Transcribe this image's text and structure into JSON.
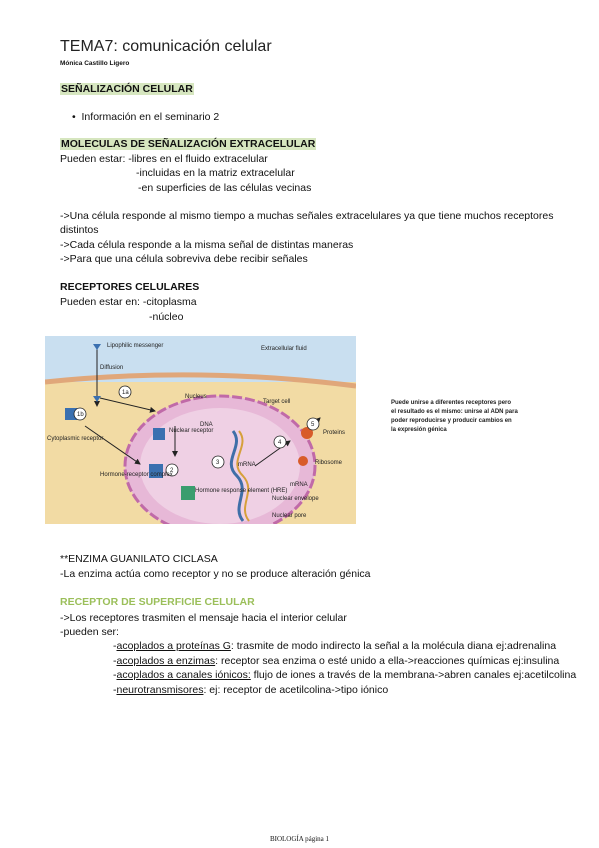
{
  "title": "TEMA7: comunicación celular",
  "author": "Mónica Castillo Ligero",
  "s1": {
    "heading": "SEÑALIZACIÓN CELULAR",
    "bullet": "Información en el seminario 2"
  },
  "s2": {
    "heading": "MOLECULAS DE SEÑALIZACIÓN EXTRACELULAR",
    "l1": "Pueden estar:  -libres en el fluido extracelular",
    "l2": "-incluidas en la matriz extracelular",
    "l3": "-en superficies de las células vecinas",
    "p1a": "->Una célula responde al mismo tiempo a muchas señales extracelulares ya que tiene muchos receptores",
    "p1b": "distintos",
    "p2": "->Cada célula responde a la misma señal de distintas maneras",
    "p3": "->Para que una célula sobreviva debe recibir señales"
  },
  "s3": {
    "heading": "RECEPTORES CELULARES",
    "l1": "Pueden estar en: -citoplasma",
    "l2": "-núcleo"
  },
  "figure": {
    "lipophilic": "Lipophilic messenger",
    "extracellular": "Extracellular fluid",
    "diffusion": "Diffusion",
    "nucleus": "Nucleus",
    "target": "Target cell",
    "dna": "DNA",
    "nuclear_receptor": "Nuclear receptor",
    "cytoplasmic": "Cytoplasmic receptor",
    "hormone_complex": "Hormone-receptor complex",
    "hre": "Hormone response element (HRE)",
    "mrna1": "mRNA",
    "mrna2": "mRNA",
    "proteins": "Proteins",
    "ribosome": "Ribosome",
    "envelope": "Nuclear envelope",
    "pore": "Nuclear pore",
    "n1a": "1a",
    "n1b": "1b",
    "n2": "2",
    "n3": "3",
    "n4": "4",
    "n5": "5"
  },
  "note": [
    "Puede unirse a diferentes receptores pero",
    "el resultado es el mismo: unirse al ADN para",
    "poder reproducirse  y producir cambios en",
    "la expresión génica"
  ],
  "s4": {
    "heading": "**ENZIMA GUANILATO CICLASA",
    "l1": "-La enzima actúa como receptor y no se produce alteración génica"
  },
  "s5": {
    "heading": "RECEPTOR DE SUPERFICIE CELULAR",
    "l1": "->Los receptores trasmiten el mensaje hacia el interior celular",
    "l2": "-pueden ser:",
    "i1u": "acoplados a proteínas G",
    "i1": ": trasmite de modo indirecto la señal a la molécula diana ej:adrenalina",
    "i2u": "acoplados a enzimas",
    "i2": ": receptor sea enzima o esté unido a ella->reacciones químicas ej:insulina",
    "i3u": "acoplados a canales iónicos:",
    "i3": " flujo de iones a través de la membrana->abren canales ej:acetilcolina",
    "i4u": "neurotransmisores",
    "i4": ": ej: receptor de acetilcolina->tipo iónico"
  },
  "footer": "BIOLOGÍA página 1",
  "colors": {
    "highlight": "#d6e6bf",
    "accent_green": "#9bbf5a"
  }
}
